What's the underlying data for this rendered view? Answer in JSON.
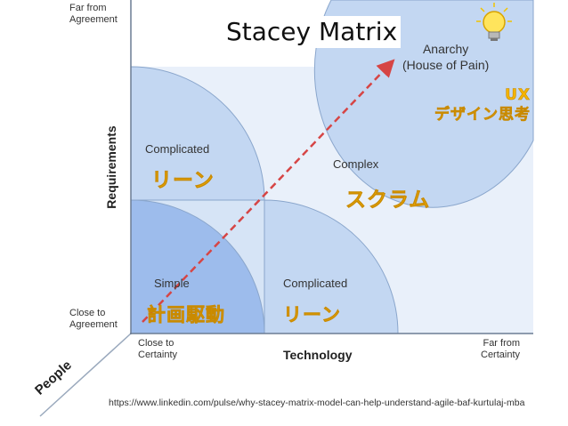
{
  "title": "Stacey Matrix",
  "axes": {
    "y_top": "Far from\nAgreement",
    "y_bottom": "Close to\nAgreement",
    "y_title": "Requirements",
    "x_left": "Close to\nCertainty",
    "x_right": "Far from\nCertainty",
    "x_title": "Technology",
    "diagonal_title": "People"
  },
  "regions": {
    "anarchy": "Anarchy\n(House of Pain)",
    "complicated_top": "Complicated",
    "complex": "Complex",
    "simple": "Simple",
    "complicated_right": "Complicated"
  },
  "annotations": {
    "ux": "UX\nデザイン思考",
    "lean_top": "リーン",
    "scrum": "スクラム",
    "plan_driven": "計画駆動",
    "lean_bottom": "リーン"
  },
  "icons": {
    "idea": "lightbulb-icon"
  },
  "source_url": "https://www.linkedin.com/pulse/why-stacey-matrix-model-can-help-understand-agile-baf-kurtulaj-mba",
  "colors": {
    "light_blue": "#dbe8f8",
    "mid_blue": "#c3d7f2",
    "dark_blue": "#9dbcec",
    "outline": "#8aa6cc",
    "arrow": "#d64545",
    "jp_text": "#f4b400"
  }
}
